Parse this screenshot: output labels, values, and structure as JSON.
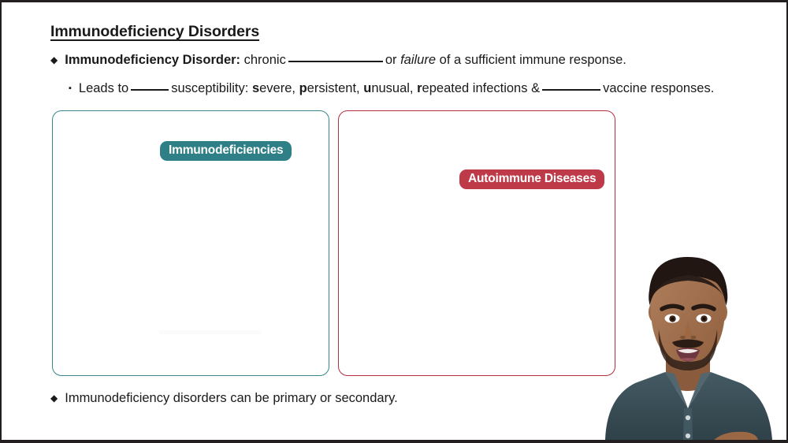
{
  "slide": {
    "title": "Immunodeficiency Disorders",
    "bullets": [
      {
        "marker": "◆",
        "level": 1,
        "segments": [
          {
            "text": "Immunodeficiency Disorder:",
            "style": "bold"
          },
          {
            "text": " chronic ",
            "style": "normal"
          },
          {
            "text": "______________",
            "style": "blank"
          },
          {
            "text": " or ",
            "style": "normal"
          },
          {
            "text": "failure",
            "style": "italic"
          },
          {
            "text": " of a sufficient immune response.",
            "style": "normal"
          }
        ],
        "plain": "Immunodeficiency Disorder: chronic ______________ or failure of a sufficient immune response."
      },
      {
        "marker": "▪",
        "level": 2,
        "segments": [
          {
            "text": "Leads to ",
            "style": "normal"
          },
          {
            "text": "_____",
            "style": "blank"
          },
          {
            "text": " susceptibility: ",
            "style": "normal"
          },
          {
            "text": "s",
            "style": "bold"
          },
          {
            "text": "evere, ",
            "style": "normal"
          },
          {
            "text": "p",
            "style": "bold"
          },
          {
            "text": "ersistent, ",
            "style": "normal"
          },
          {
            "text": "u",
            "style": "bold"
          },
          {
            "text": "nusual, ",
            "style": "normal"
          },
          {
            "text": "r",
            "style": "bold"
          },
          {
            "text": "epeated infections & ",
            "style": "normal"
          },
          {
            "text": "________",
            "style": "blank"
          },
          {
            "text": " vaccine responses.",
            "style": "normal"
          }
        ],
        "plain": "Leads to _____ susceptibility: severe, persistent, unusual, repeated infections & ________ vaccine responses."
      },
      {
        "marker": "◆",
        "level": 1,
        "segments": [
          {
            "text": "Immunodeficiency disorders can be primary or secondary.",
            "style": "normal"
          }
        ],
        "plain": "Immunodeficiency disorders can be primary or secondary."
      }
    ],
    "text_pieces": {
      "b1_lead_bold": "Immunodeficiency Disorder:",
      "b1_chronic": " chronic",
      "b1_or": "or",
      "b1_failure": "failure",
      "b1_tail": "of a sufficient immune response.",
      "b2_leads_to": "Leads to",
      "b2_susceptibility": "susceptibility:",
      "b2_s": "s",
      "b2_severe": "evere,",
      "b2_p": "p",
      "b2_persistent": "ersistent,",
      "b2_u": "u",
      "b2_unusual": "nusual,",
      "b2_r": "r",
      "b2_repeated": "epeated infections &",
      "b2_tail": "vaccine responses.",
      "b3_text": "Immunodeficiency disorders can be primary or secondary."
    },
    "markers": {
      "diamond": "◆",
      "square": "▪"
    },
    "panels": [
      {
        "id": "immunodeficiencies",
        "badge_label": "Immunodeficiencies",
        "border_color": "#36868c",
        "badge_color": "#2e8086",
        "badge_text_color": "#ffffff",
        "content": ""
      },
      {
        "id": "autoimmune-diseases",
        "badge_label": "Autoimmune Diseases",
        "border_color": "#b4303f",
        "badge_color": "#bf3a49",
        "badge_text_color": "#ffffff",
        "content": ""
      }
    ],
    "colors": {
      "background": "#ffffff",
      "frame": "#231f20",
      "text": "#1a1a1a",
      "teal": "#2e8086",
      "teal_border": "#36868c",
      "red": "#bf3a49",
      "red_border": "#b4303f",
      "shirt": "#3d525a",
      "skin": "#a4714f",
      "hair": "#211612"
    },
    "presenter": {
      "description": "video-overlay-presenter"
    }
  }
}
